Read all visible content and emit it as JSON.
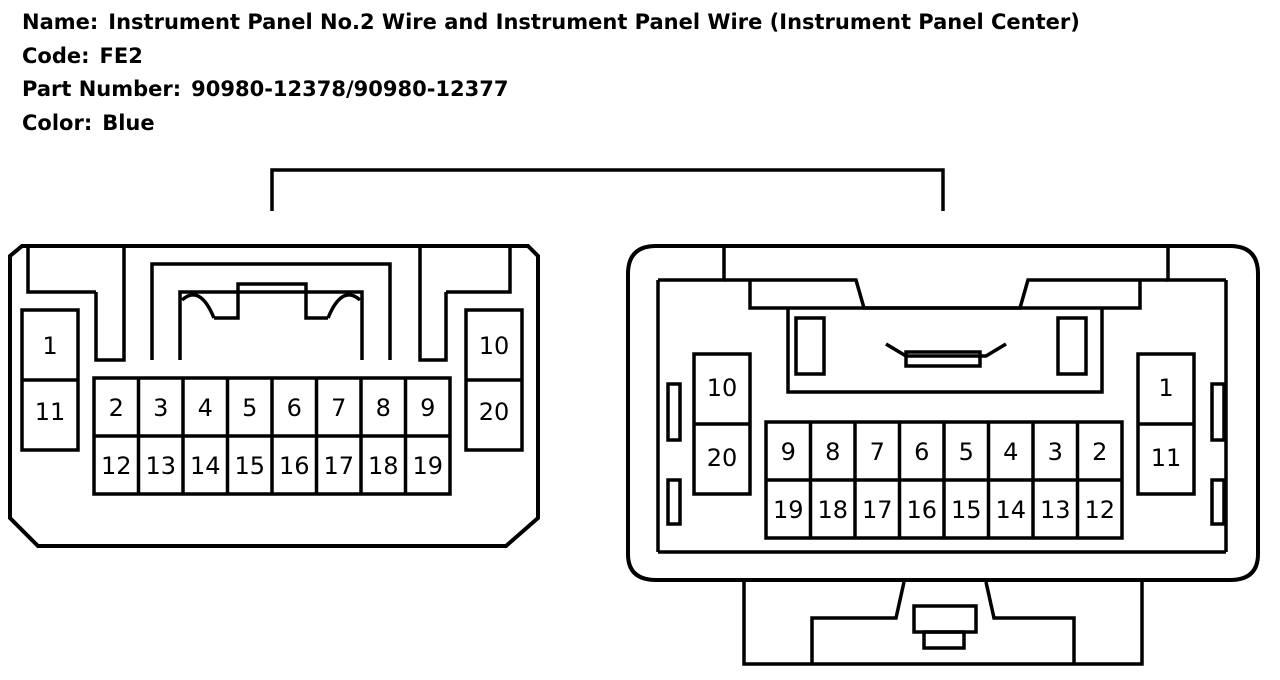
{
  "header": {
    "name_label": "Name:",
    "name_value": "Instrument Panel No.2 Wire and Instrument Panel Wire (Instrument Panel Center)",
    "code_label": "Code:",
    "code_value": "FE2",
    "part_label": "Part Number:",
    "part_value": "90980-12378/90980-12377",
    "color_label": "Color:",
    "color_value": "Blue"
  },
  "connectors": {
    "left": {
      "side_left": [
        "1",
        "11"
      ],
      "side_right": [
        "10",
        "20"
      ],
      "top_row": [
        "2",
        "3",
        "4",
        "5",
        "6",
        "7",
        "8",
        "9"
      ],
      "bottom_row": [
        "12",
        "13",
        "14",
        "15",
        "16",
        "17",
        "18",
        "19"
      ]
    },
    "right": {
      "side_left": [
        "10",
        "20"
      ],
      "side_right": [
        "1",
        "11"
      ],
      "top_row": [
        "9",
        "8",
        "7",
        "6",
        "5",
        "4",
        "3",
        "2"
      ],
      "bottom_row": [
        "19",
        "18",
        "17",
        "16",
        "15",
        "14",
        "13",
        "12"
      ]
    }
  }
}
